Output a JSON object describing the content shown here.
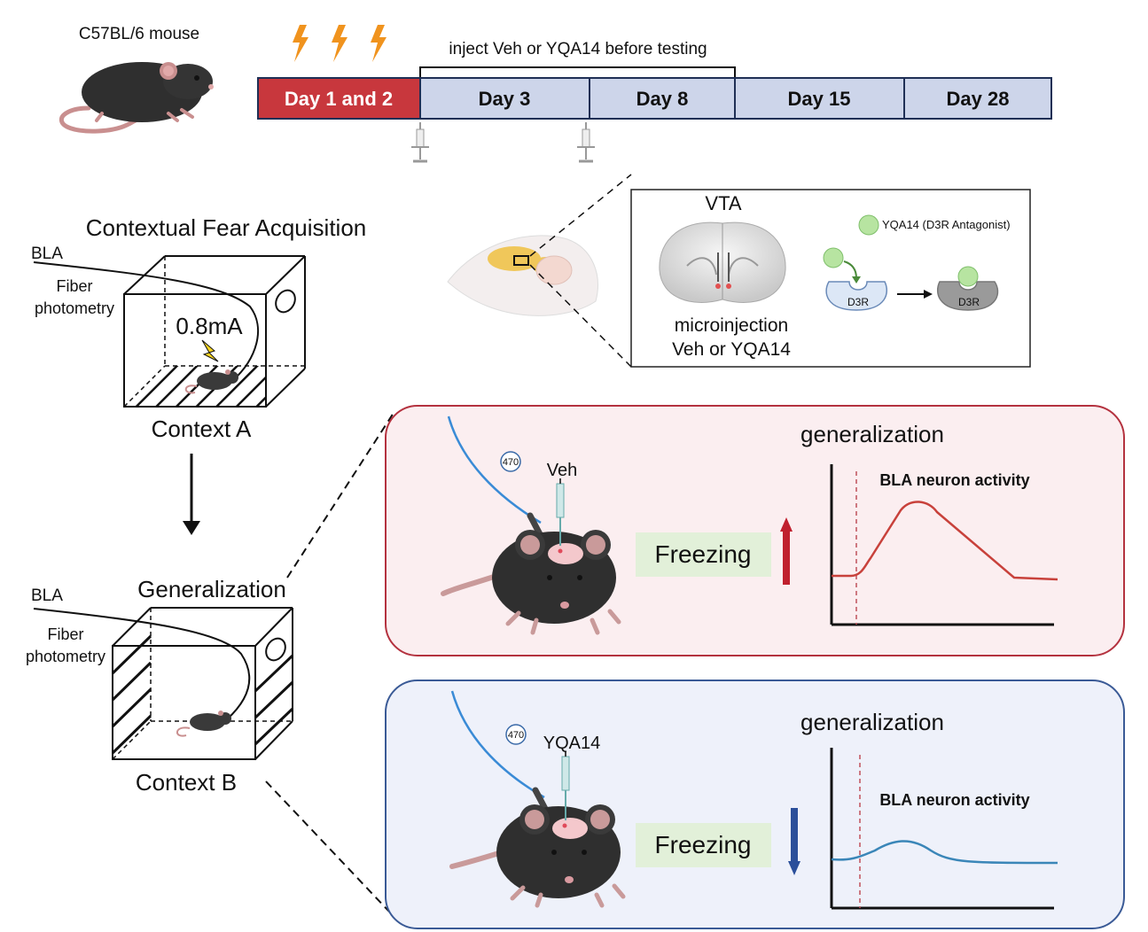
{
  "mouse_strain": "C57BL/6 mouse",
  "timeline": {
    "inject_label": "inject Veh or YQA14 before testing",
    "days": [
      "Day 1 and 2",
      "Day 3",
      "Day 8",
      "Day 15",
      "Day 28"
    ]
  },
  "acquisition": {
    "title": "Contextual Fear Acquisition",
    "bla_label": "BLA",
    "fiber_line1": "Fiber",
    "fiber_line2": "photometry",
    "shock_label": "0.8mA",
    "context_label": "Context A"
  },
  "generalization_test": {
    "title": "Generalization",
    "bla_label": "BLA",
    "fiber_line1": "Fiber",
    "fiber_line2": "photometry",
    "context_label": "Context B"
  },
  "vta_inset": {
    "title": "VTA",
    "antagonist_label": "YQA14 (D3R Antagonist)",
    "receptor_label": "D3R",
    "receptor_bound_label": "D3R",
    "method_line1": "microinjection",
    "method_line2": "Veh or YQA14"
  },
  "panels": [
    {
      "treatment": "Veh",
      "wavelength": "470",
      "heading": "generalization",
      "behavior": "Freezing",
      "trend": "up",
      "trend_color": "#c0202e",
      "chart_title": "BLA neuron activity",
      "chart_color": "#c8413b"
    },
    {
      "treatment": "YQA14",
      "wavelength": "470",
      "heading": "generalization",
      "behavior": "Freezing",
      "trend": "down",
      "trend_color": "#2b4f9a",
      "chart_title": "BLA neuron activity",
      "chart_color": "#3a86b8"
    }
  ],
  "colors": {
    "day12": "#c8373d",
    "day_other": "#cdd5ea",
    "panel_veh_bg": "#fbeef0",
    "panel_veh_border": "#b4323f",
    "panel_yqa_bg": "#eef1fa",
    "panel_yqa_border": "#3a5a96",
    "freezing_bg": "#e2f0d9",
    "lightning": "#f0931e"
  }
}
